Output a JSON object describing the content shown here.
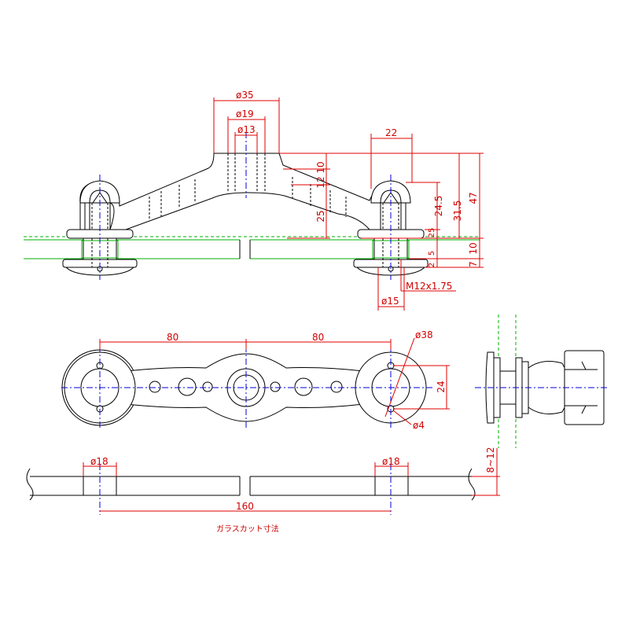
{
  "colors": {
    "outline": "#000000",
    "dimension": "#e00000",
    "centerline": "#0000dd",
    "glass": "#00b000"
  },
  "dims": {
    "top": {
      "d35": "ø35",
      "d19": "ø19",
      "d13": "ø13",
      "w22": "22",
      "h10": "10",
      "h12": "12",
      "h25": "25",
      "h24_5": "24.5",
      "h31_5": "31.5",
      "h47": "47",
      "h25b": "25",
      "h10b": "10",
      "h5": "5",
      "h7": "7",
      "h2": "2",
      "thread": "M12x1.75",
      "d15": "ø15"
    },
    "plan": {
      "s80a": "80",
      "s80b": "80",
      "d38": "ø38",
      "h24": "24",
      "d4": "ø4"
    },
    "glass": {
      "hole1": "ø18",
      "hole2": "ø18",
      "span": "160",
      "thickness": "8~12",
      "caption": "ガラスカット寸法"
    }
  }
}
